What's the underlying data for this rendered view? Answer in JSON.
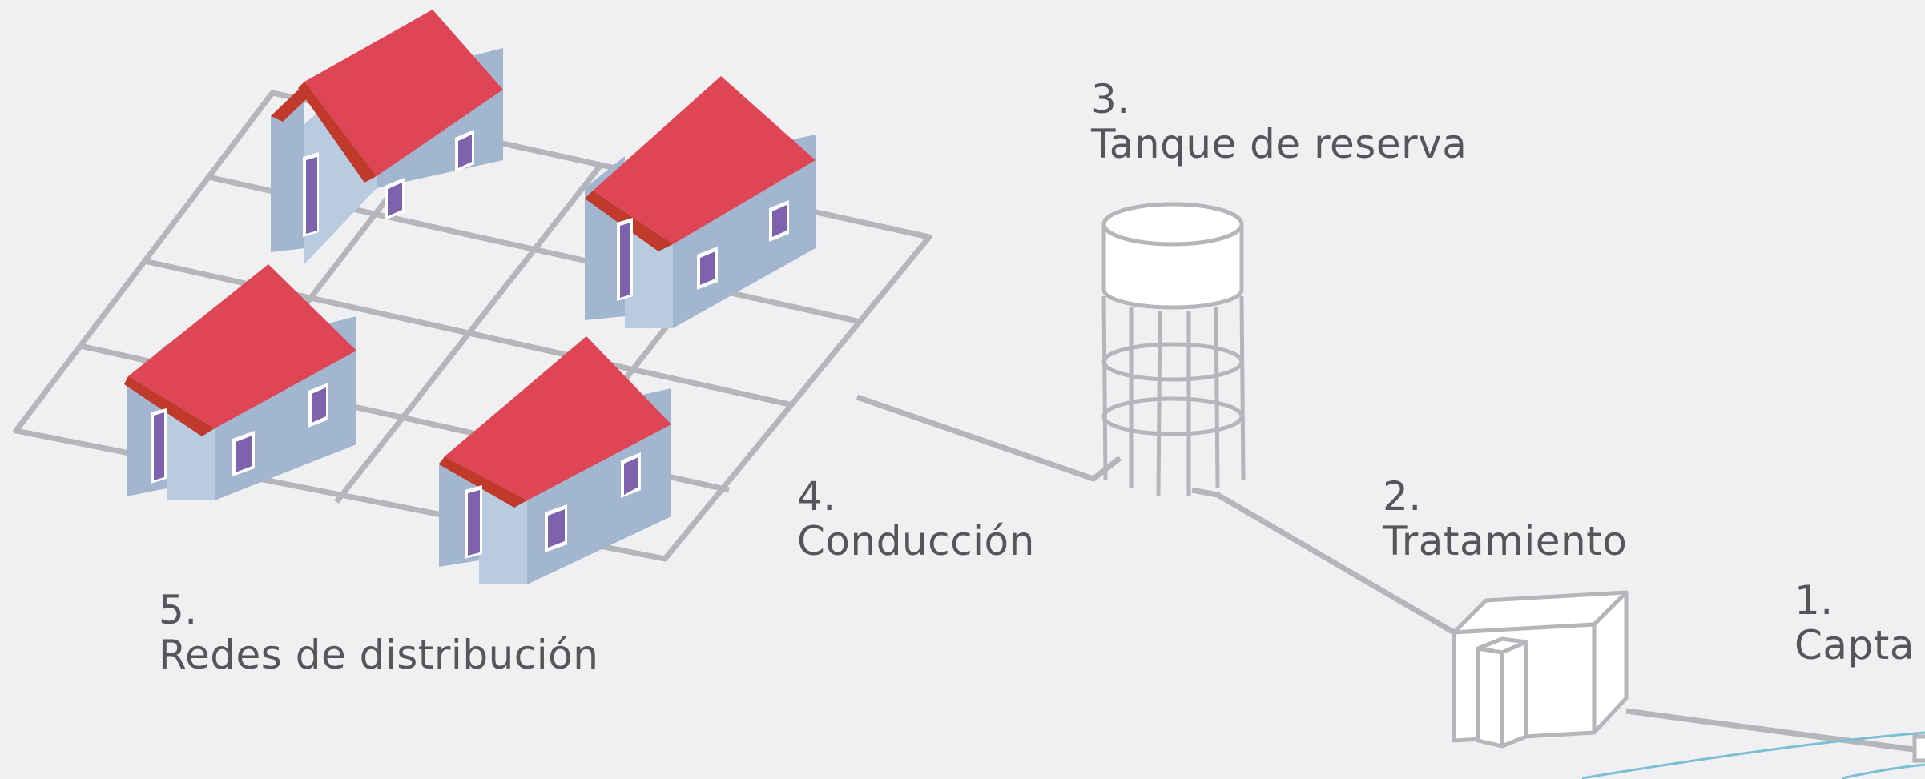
{
  "steps": [
    {
      "number": "1.",
      "title": "Capta"
    },
    {
      "number": "2.",
      "title": "Tratamiento"
    },
    {
      "number": "3.",
      "title": "Tanque de reserva"
    },
    {
      "number": "4.",
      "title": "Conducción"
    },
    {
      "number": "5.",
      "title": "Redes de distribución"
    }
  ],
  "colors": {
    "background": "#f0f0f2",
    "pipe": "#b5b6b9",
    "roof": "#df4655",
    "wall_front": "#b9cbe0",
    "wall_side": "#a2b6cf",
    "window": "#7e62ad",
    "water": "#7bbfd6",
    "label_text": "#555659"
  }
}
